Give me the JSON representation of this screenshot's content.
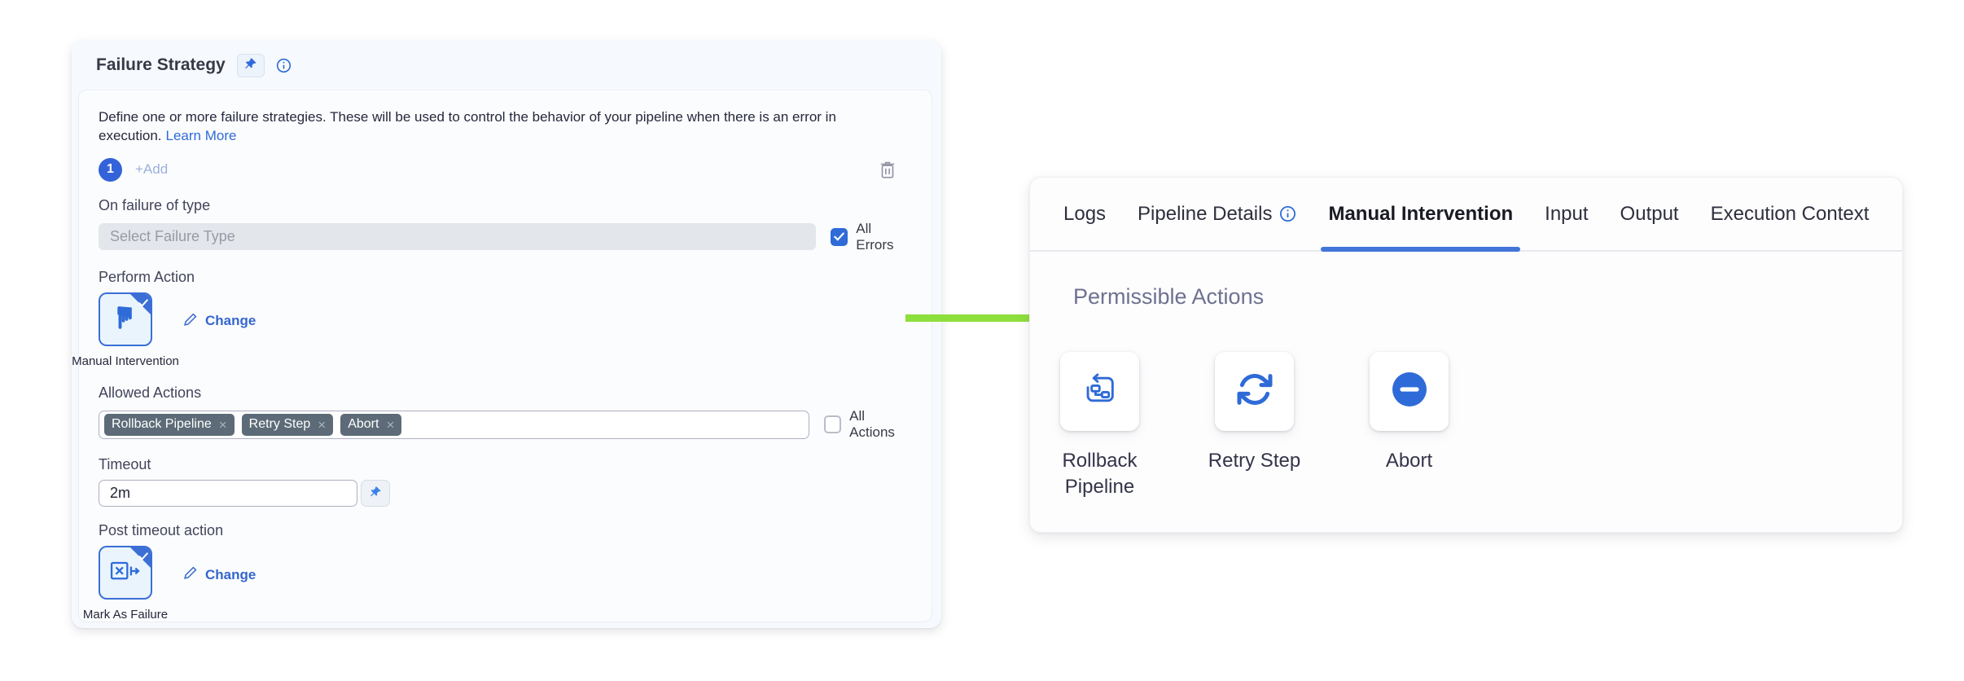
{
  "colors": {
    "primary_blue": "#2f6bd8",
    "card_border_blue": "#3b6fd6",
    "arrow_green": "#8ddf3b",
    "tag_background": "#5c6b77",
    "active_tab_underline": "#4374d9"
  },
  "failure_strategy": {
    "title": "Failure Strategy",
    "description": "Define one or more failure strategies. These will be used to control the behavior of your pipeline when there is an error in execution.",
    "learn_more_label": "Learn More",
    "strategy_number": "1",
    "add_label": "+Add",
    "on_failure_label": "On failure of type",
    "failure_type_placeholder": "Select Failure Type",
    "all_errors_label": "All Errors",
    "perform_action_label": "Perform Action",
    "perform_action_selected": "Manual Intervention",
    "change_label": "Change",
    "allowed_actions_label": "Allowed Actions",
    "allowed_actions_tags": [
      {
        "label": "Rollback Pipeline"
      },
      {
        "label": "Retry Step"
      },
      {
        "label": "Abort"
      }
    ],
    "all_actions_label": "All Actions",
    "timeout_label": "Timeout",
    "timeout_value": "2m",
    "post_timeout_label": "Post timeout action",
    "post_timeout_selected": "Mark As Failure",
    "post_change_label": "Change"
  },
  "details_panel": {
    "active_tab": "Manual Intervention",
    "tabs": [
      {
        "label": "Logs"
      },
      {
        "label": "Pipeline Details"
      },
      {
        "label": "Manual Intervention"
      },
      {
        "label": "Input"
      },
      {
        "label": "Output"
      },
      {
        "label": "Execution Context"
      }
    ],
    "section_title": "Permissible Actions",
    "actions": [
      {
        "label": "Rollback Pipeline"
      },
      {
        "label": "Retry Step"
      },
      {
        "label": "Abort"
      }
    ]
  }
}
